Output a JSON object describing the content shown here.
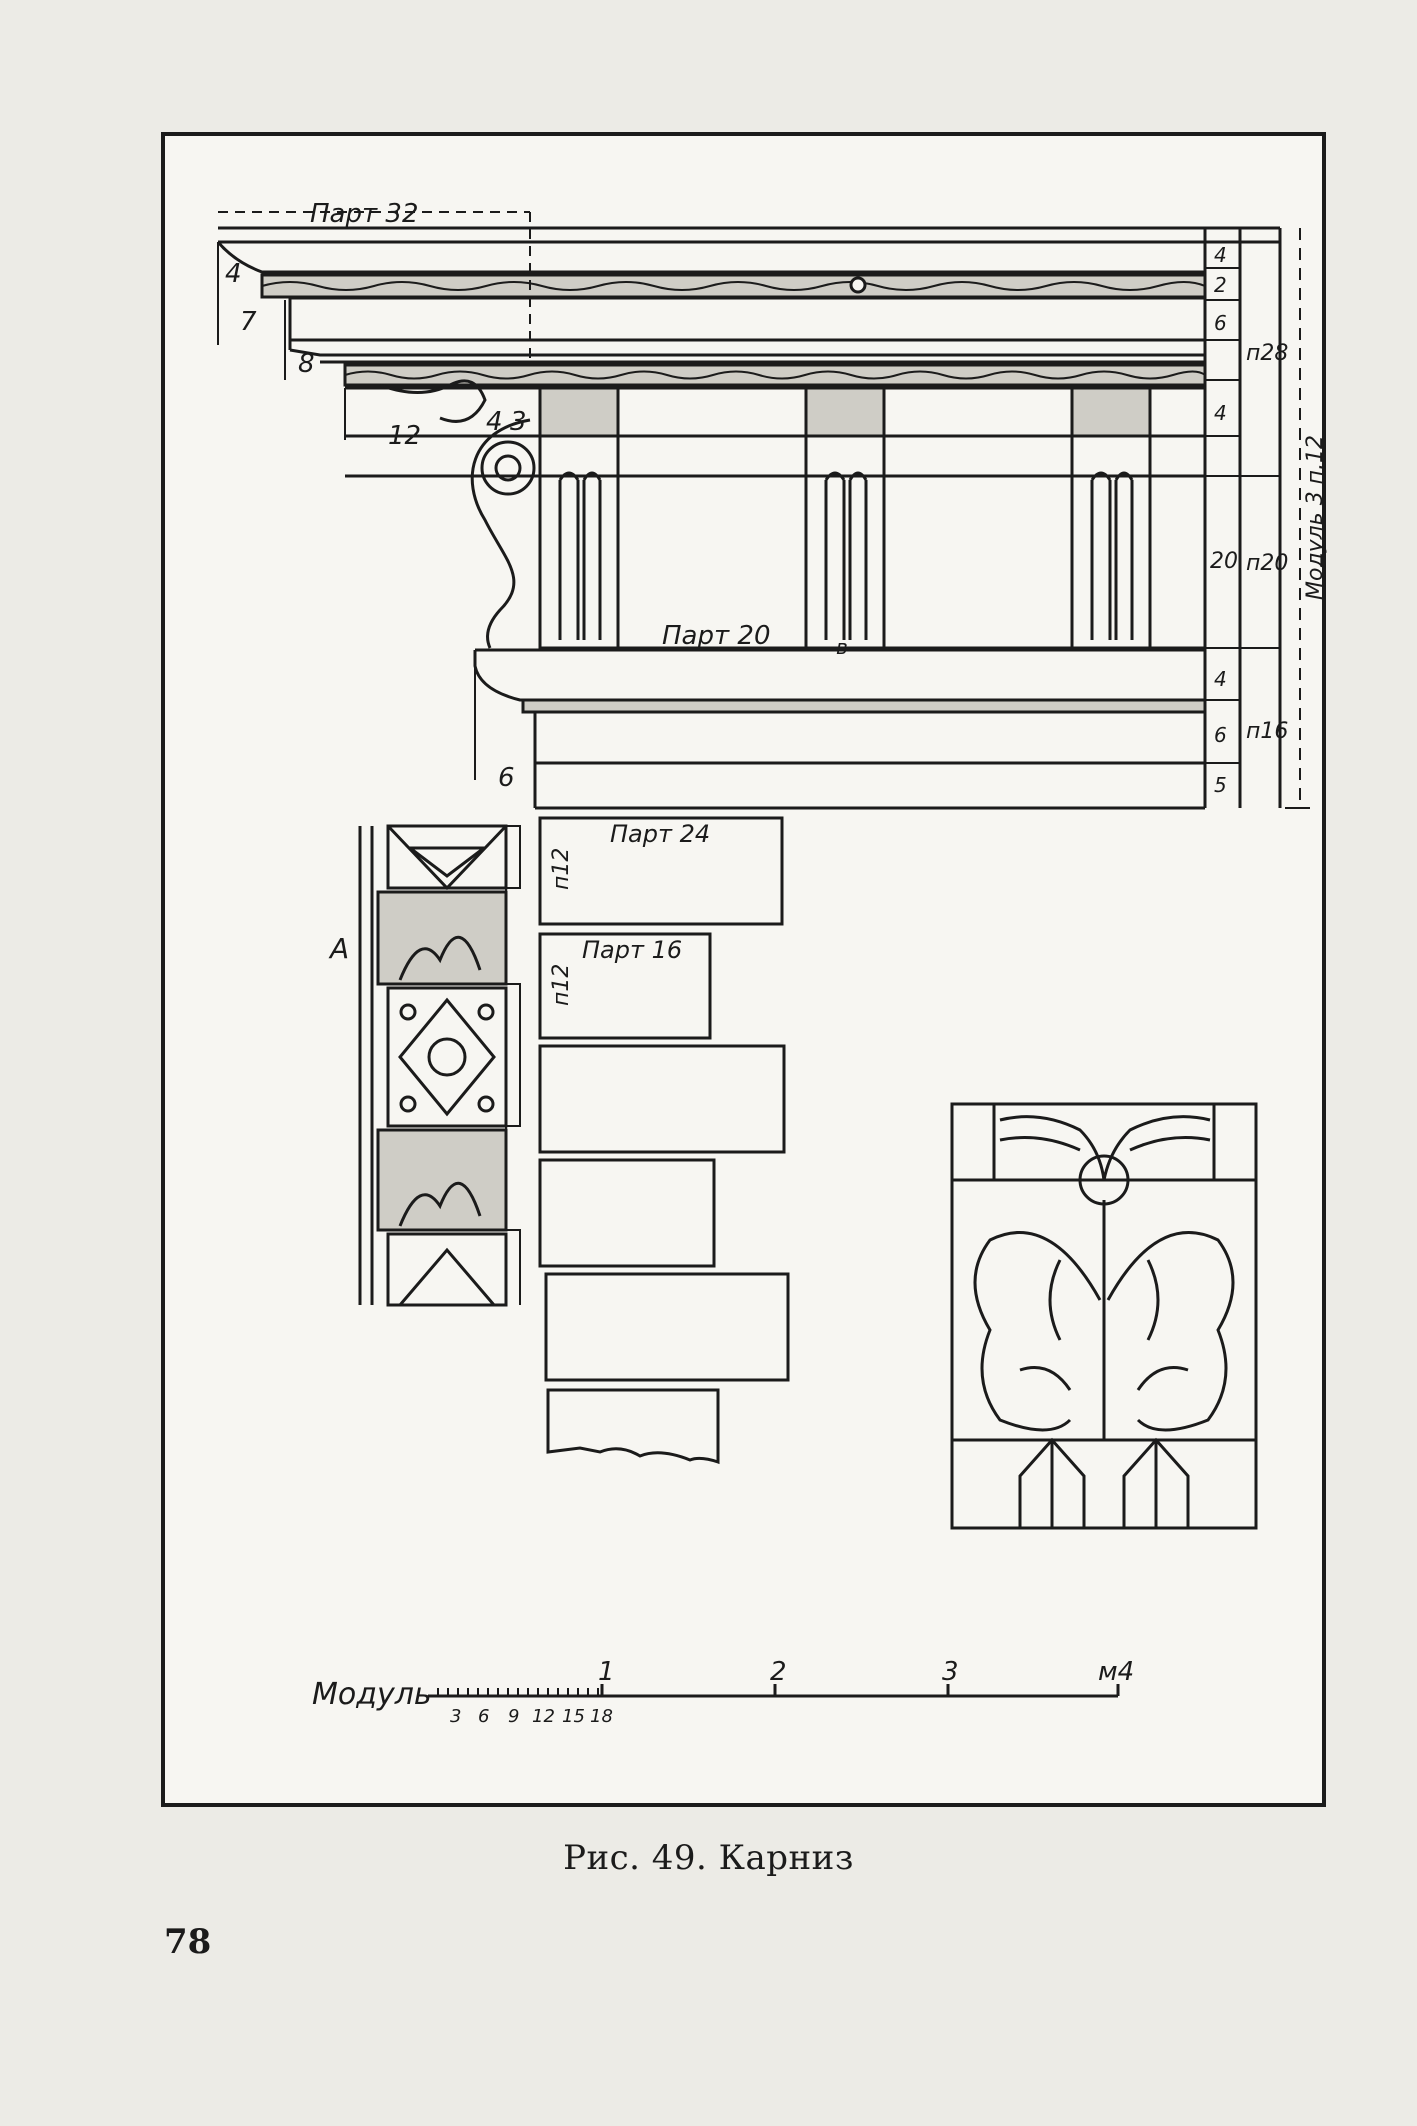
{
  "figure": {
    "caption": "Рис. 49. Карниз",
    "page_number": "78",
    "labels": {
      "part_32": "Парт 32",
      "part_20": "Парт 20",
      "part_24": "Парт 24",
      "part_16": "Парт 16",
      "letter_a": "А",
      "letter_v": "в",
      "n12_a": "п12",
      "n12_b": "п12",
      "n28": "п28",
      "n20": "п20",
      "n16": "п16",
      "module_3_n12": "Модуль 3 п.12",
      "profile_left": [
        "4",
        "7",
        "8",
        "12",
        "4",
        "3",
        "6"
      ],
      "column_numbers": [
        "4",
        "2",
        "6",
        "4",
        "20",
        "4",
        "6",
        "5"
      ]
    },
    "scale": {
      "title": "Модуль",
      "minor_ticks": [
        "3",
        "6",
        "9",
        "12",
        "15",
        "18"
      ],
      "major_ticks": [
        "1",
        "2",
        "3",
        "м4"
      ]
    }
  }
}
